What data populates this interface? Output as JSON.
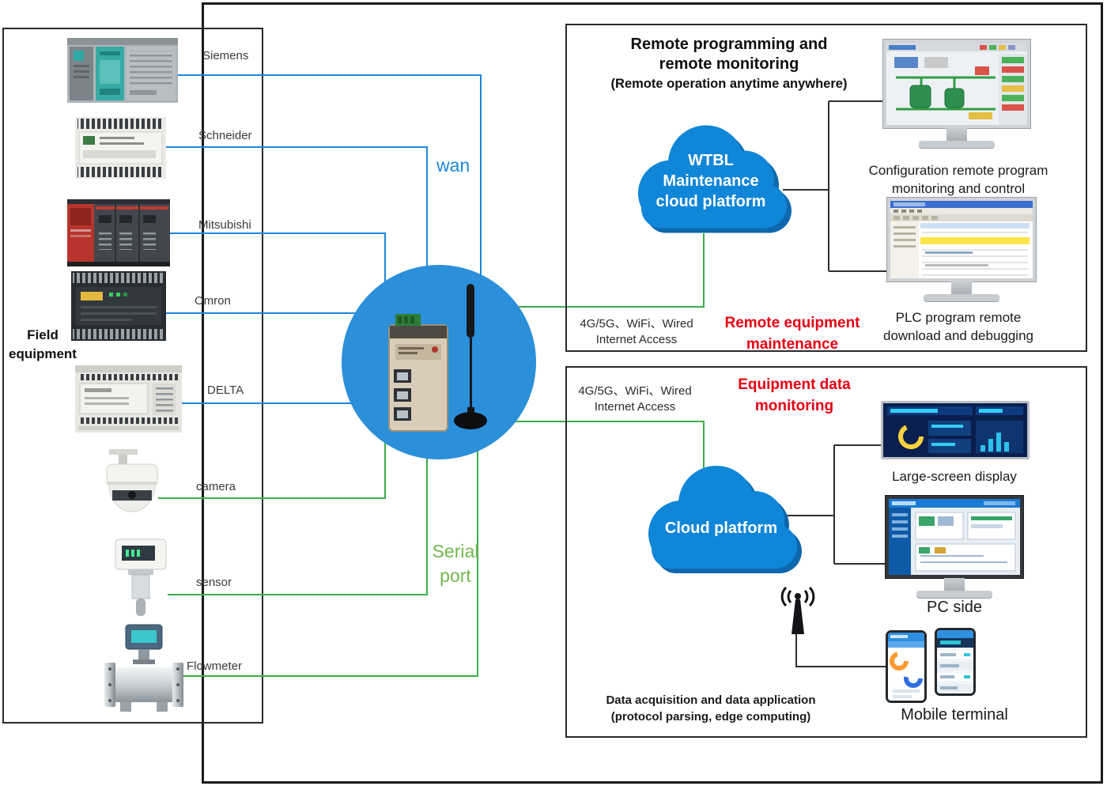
{
  "colors": {
    "wire_blue": "#1e87d8",
    "wire_green": "#3cae49",
    "serial_text_green": "#72b84e",
    "highlight_red": "#e60012",
    "cloud_blue": "#1086d8",
    "circle_blue": "#2b8fd9"
  },
  "field": {
    "label_line1": "Field",
    "label_line2": "equipment",
    "devices": [
      {
        "label": "Siemens"
      },
      {
        "label": "Schneider"
      },
      {
        "label": "Mitsubishi"
      },
      {
        "label": "Omron"
      },
      {
        "label": "DELTA"
      },
      {
        "label": "camera"
      },
      {
        "label": "sensor"
      },
      {
        "label": "Flowmeter"
      }
    ]
  },
  "links": {
    "wan": "wan",
    "serial_line1": "Serial",
    "serial_line2": "port"
  },
  "remote_box": {
    "title_line1": "Remote programming and",
    "title_line2": "remote monitoring",
    "subtitle": "(Remote operation anytime anywhere)",
    "cloud_line1": "WTBL",
    "cloud_line2": "Maintenance",
    "cloud_line3": "cloud platform",
    "monitor1_line1": "Configuration remote program",
    "monitor1_line2": "monitoring and control",
    "monitor2_line1": "PLC program remote",
    "monitor2_line2": "download and debugging",
    "access_line1": "4G/5G、WiFi、Wired",
    "access_line2": "Internet Access",
    "highlight_line1": "Remote equipment",
    "highlight_line2": "maintenance"
  },
  "data_box": {
    "access_line1": "4G/5G、WiFi、Wired",
    "access_line2": "Internet Access",
    "highlight_line1": "Equipment data",
    "highlight_line2": "monitoring",
    "cloud_label": "Cloud platform",
    "large_screen_label": "Large-screen display",
    "pc_label": "PC side",
    "mobile_label": "Mobile terminal",
    "footer_line1": "Data acquisition and data application",
    "footer_line2": "(protocol parsing, edge computing)"
  }
}
